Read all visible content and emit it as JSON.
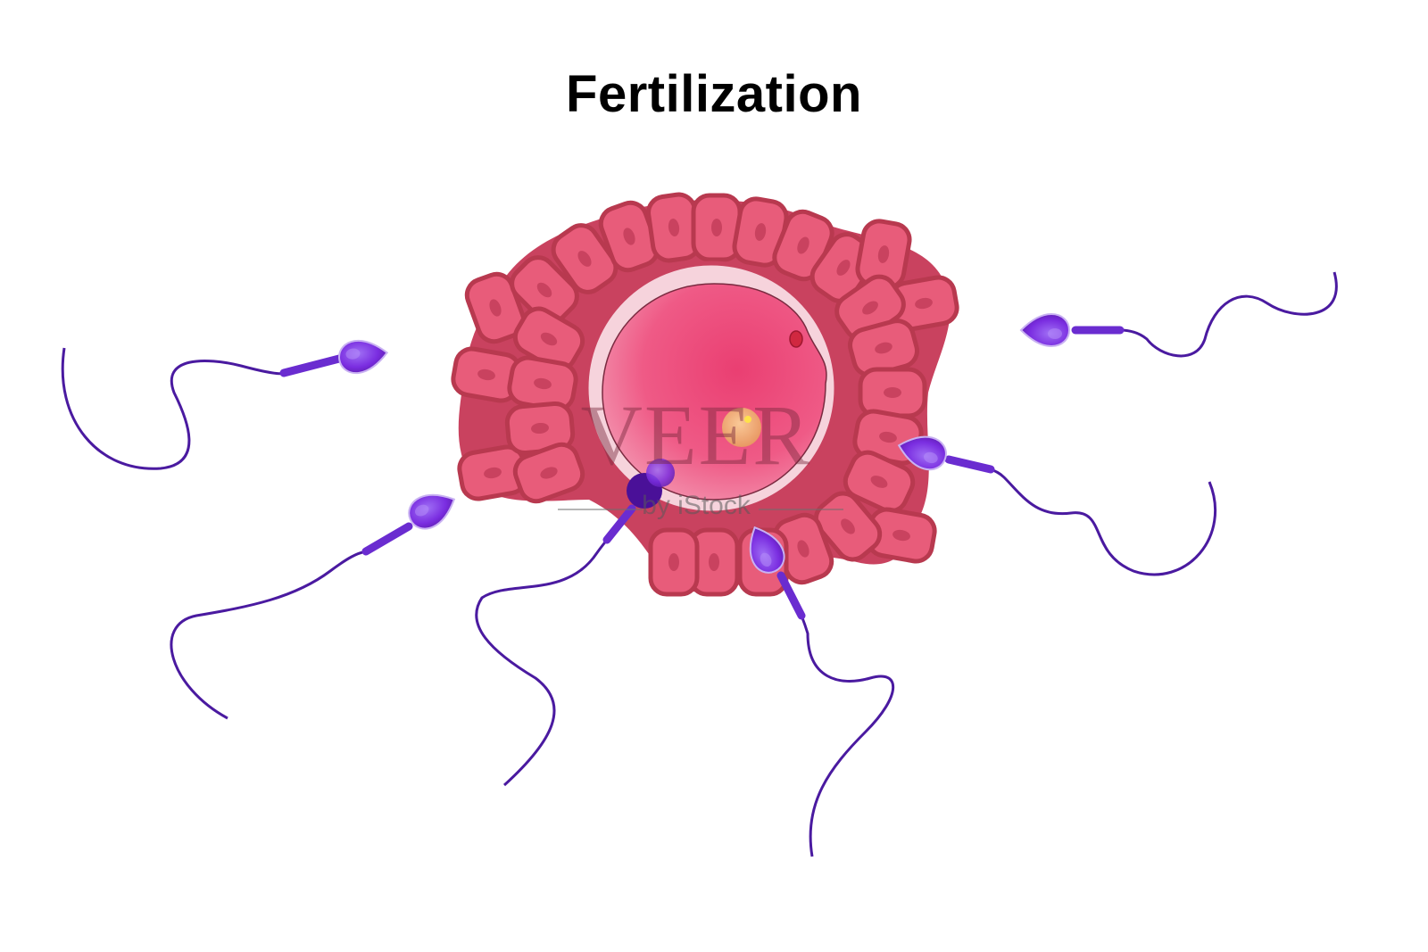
{
  "title": "Fertilization",
  "watermark": {
    "main": "VEER",
    "sub": "by iStock"
  },
  "colors": {
    "background": "#ffffff",
    "corona_cell": "#e85c7a",
    "corona_outline": "#b8394f",
    "corona_nucleus": "#c9425f",
    "zona_pellucida": "#f6d3dc",
    "ovum_cytoplasm": "#ee4f7d",
    "polar_body": "#d02840",
    "pronucleus": "#f2b46a",
    "sperm_head": "#7b2fe0",
    "sperm_tail": "#4a1aa0"
  },
  "elements": {
    "ovum": "Egg cell (ovum) with zona pellucida",
    "corona_radiata": "Corona radiata follicle cells",
    "polar_body": "Polar body",
    "pronucleus": "Nucleus",
    "sperm_count": 6
  }
}
